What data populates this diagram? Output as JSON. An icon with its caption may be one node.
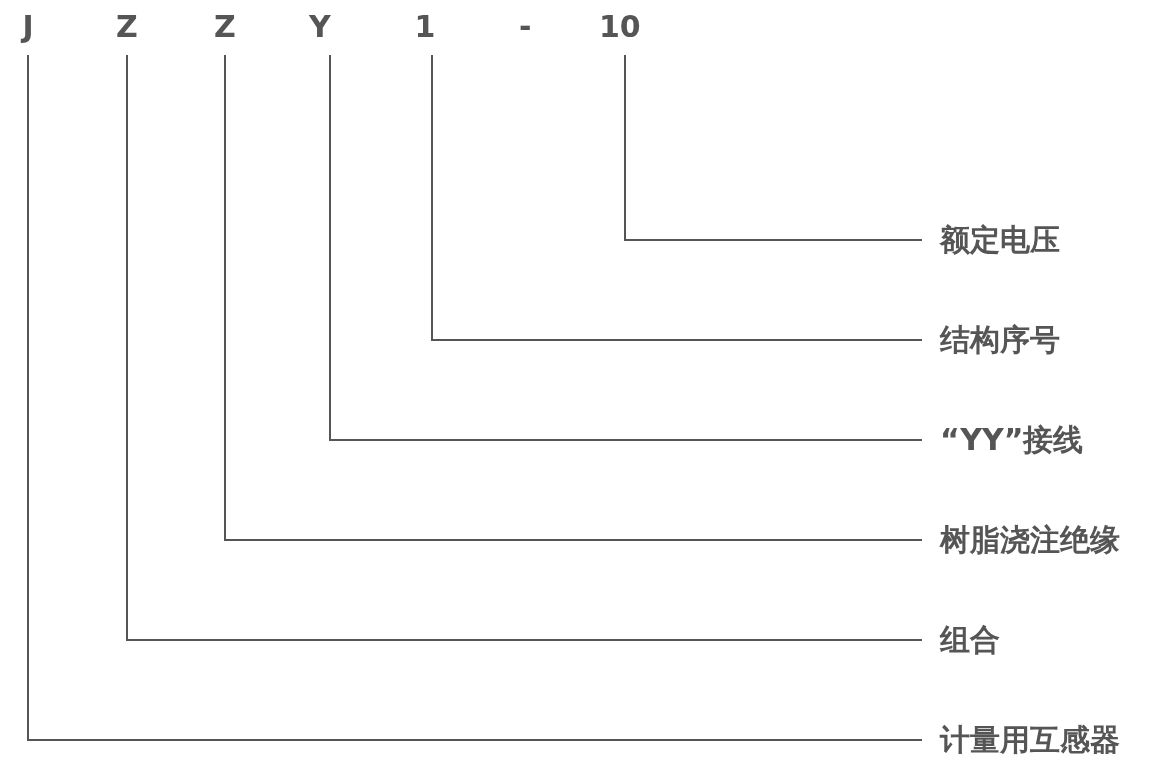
{
  "diagram": {
    "nodes": [
      {
        "text": [
          "J"
        ]
      },
      {
        "text": [
          "Z"
        ]
      },
      {
        "text": [
          "Z"
        ]
      },
      {
        "text": [
          "Y"
        ]
      },
      {
        "text": [
          "1"
        ]
      },
      {
        "text": [
          "10"
        ]
      },
      {
        "text": [
          "额定电压"
        ]
      },
      {
        "text": [
          "结构序号"
        ]
      },
      {
        "text": [
          "“YY”接线"
        ]
      },
      {
        "text": [
          "树脂浇注绝缘"
        ]
      },
      {
        "text": [
          "组合"
        ]
      },
      {
        "text": [
          "计量用互感器"
        ]
      }
    ],
    "edges": [
      {
        "from": 5,
        "to": 6,
        "arrow": "none"
      },
      {
        "from": 4,
        "to": 7,
        "arrow": "none"
      },
      {
        "from": 3,
        "to": 8,
        "arrow": "none"
      },
      {
        "from": 2,
        "to": 9,
        "arrow": "none"
      },
      {
        "from": 1,
        "to": 10,
        "arrow": "none"
      },
      {
        "from": 0,
        "to": 11,
        "arrow": "none"
      }
    ],
    "labels": [
      "-"
    ]
  }
}
